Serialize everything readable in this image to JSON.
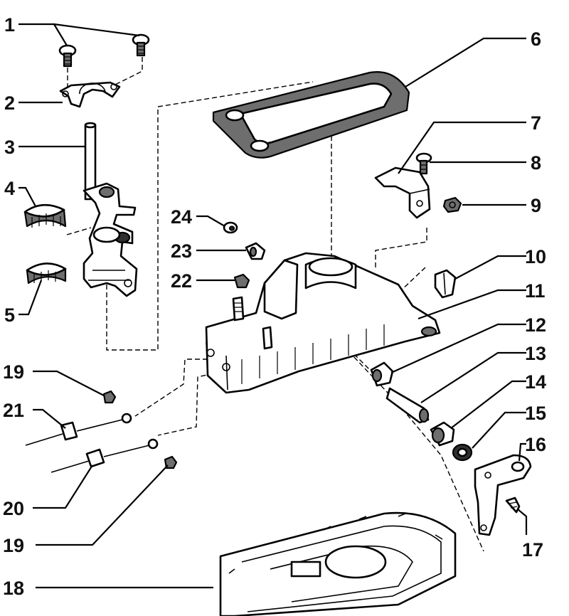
{
  "callouts": [
    {
      "id": "c1",
      "text": "1"
    },
    {
      "id": "c2",
      "text": "2"
    },
    {
      "id": "c3",
      "text": "3"
    },
    {
      "id": "c4",
      "text": "4"
    },
    {
      "id": "c5",
      "text": "5"
    },
    {
      "id": "c6",
      "text": "6"
    },
    {
      "id": "c7",
      "text": "7"
    },
    {
      "id": "c8",
      "text": "8"
    },
    {
      "id": "c9",
      "text": "9"
    },
    {
      "id": "c10",
      "text": "10"
    },
    {
      "id": "c11",
      "text": "11"
    },
    {
      "id": "c12",
      "text": "12"
    },
    {
      "id": "c13",
      "text": "13"
    },
    {
      "id": "c14",
      "text": "14"
    },
    {
      "id": "c15",
      "text": "15"
    },
    {
      "id": "c16",
      "text": "16"
    },
    {
      "id": "c17",
      "text": "17"
    },
    {
      "id": "c18",
      "text": "18"
    },
    {
      "id": "c19a",
      "text": "19"
    },
    {
      "id": "c19b",
      "text": "19"
    },
    {
      "id": "c20",
      "text": "20"
    },
    {
      "id": "c21",
      "text": "21"
    },
    {
      "id": "c22",
      "text": "22"
    },
    {
      "id": "c23",
      "text": "23"
    },
    {
      "id": "c24",
      "text": "24"
    }
  ]
}
